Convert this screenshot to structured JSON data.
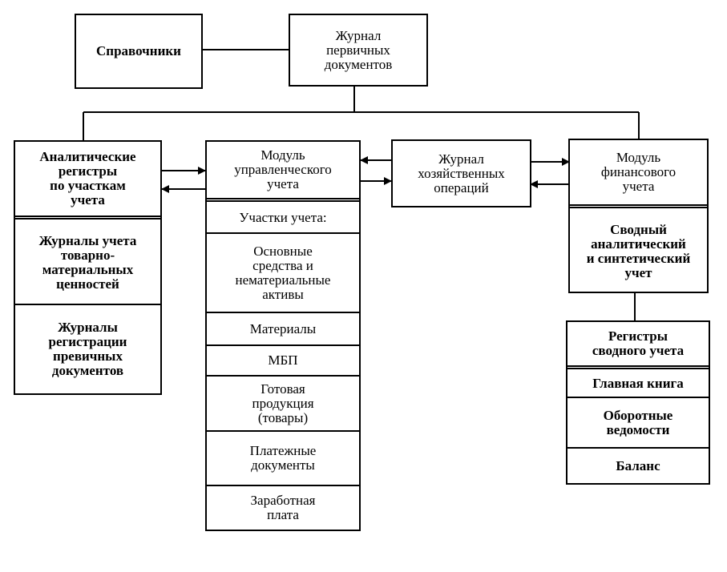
{
  "reference_box": {
    "label": "Справочники"
  },
  "primary_journal": {
    "label": "Журнал\nпервичных\nдокументов"
  },
  "analytic_registers": {
    "header": "Аналитические\nрегистры\nпо участкам\nучета",
    "rows": [
      "Журналы учета\nтоварно-\nматериальных\nценностей",
      "Журналы\nрегистрации\nпревичных\nдокументов"
    ]
  },
  "management_module": {
    "header": "Модуль\nуправленческого\nучета",
    "subheader": "Участки учета:",
    "rows": [
      "Основные\nсредства и\nнематериальные\nактивы",
      "Материалы",
      "МБП",
      "Готовая\nпродукция\n(товары)",
      "Платежные\nдокументы",
      "Заработная\nплата"
    ]
  },
  "operations_journal": {
    "label": "Журнал\nхозяйственных\nопераций"
  },
  "financial_module": {
    "header": "Модуль\nфинансового\nучета",
    "rows": [
      "Сводный\nаналитический\nи синтетический\nучет"
    ]
  },
  "summary_registers": {
    "header": "Регистры\nсводного учета",
    "rows": [
      "Главная книга",
      "Оборотные\nведомости",
      "Баланс"
    ]
  }
}
